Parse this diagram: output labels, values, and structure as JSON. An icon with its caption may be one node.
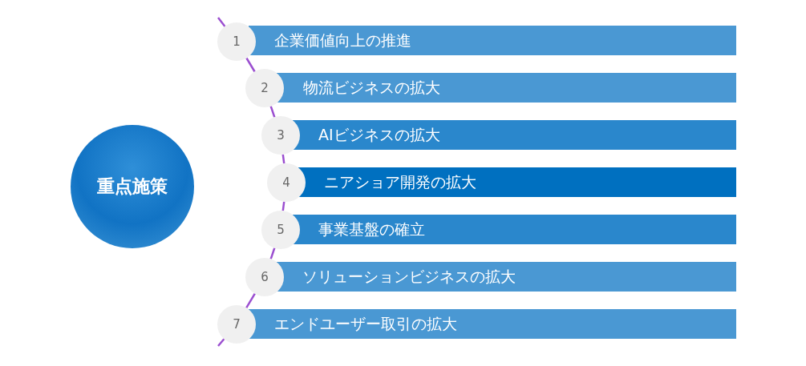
{
  "diagram": {
    "nodes": [
      {
        "text": [
          "重点施策"
        ]
      },
      {
        "text": [
          "1"
        ]
      },
      {
        "text": [
          "企業価値向上の推進"
        ]
      },
      {
        "text": [
          "2"
        ]
      },
      {
        "text": [
          "物流ビジネスの拡大"
        ]
      },
      {
        "text": [
          "3"
        ]
      },
      {
        "text": [
          "AIビジネスの拡大"
        ]
      },
      {
        "text": [
          "4"
        ]
      },
      {
        "text": [
          "ニアショア開発の拡大"
        ]
      },
      {
        "text": [
          "5"
        ]
      },
      {
        "text": [
          "事業基盤の確立"
        ]
      },
      {
        "text": [
          "6"
        ]
      },
      {
        "text": [
          "ソリューションビジネスの拡大"
        ]
      },
      {
        "text": [
          "7"
        ]
      },
      {
        "text": [
          "エンドユーザー取引の拡大"
        ]
      }
    ],
    "edges": [
      {
        "from": null,
        "to": 1,
        "arrow": "none"
      },
      {
        "from": 1,
        "to": 3,
        "arrow": "none"
      },
      {
        "from": 3,
        "to": 5,
        "arrow": "none"
      },
      {
        "from": 5,
        "to": 7,
        "arrow": "none"
      },
      {
        "from": 7,
        "to": 9,
        "arrow": "none"
      },
      {
        "from": 9,
        "to": 11,
        "arrow": "none"
      },
      {
        "from": 11,
        "to": 13,
        "arrow": "none"
      },
      {
        "from": 13,
        "to": null,
        "arrow": "none"
      }
    ]
  }
}
